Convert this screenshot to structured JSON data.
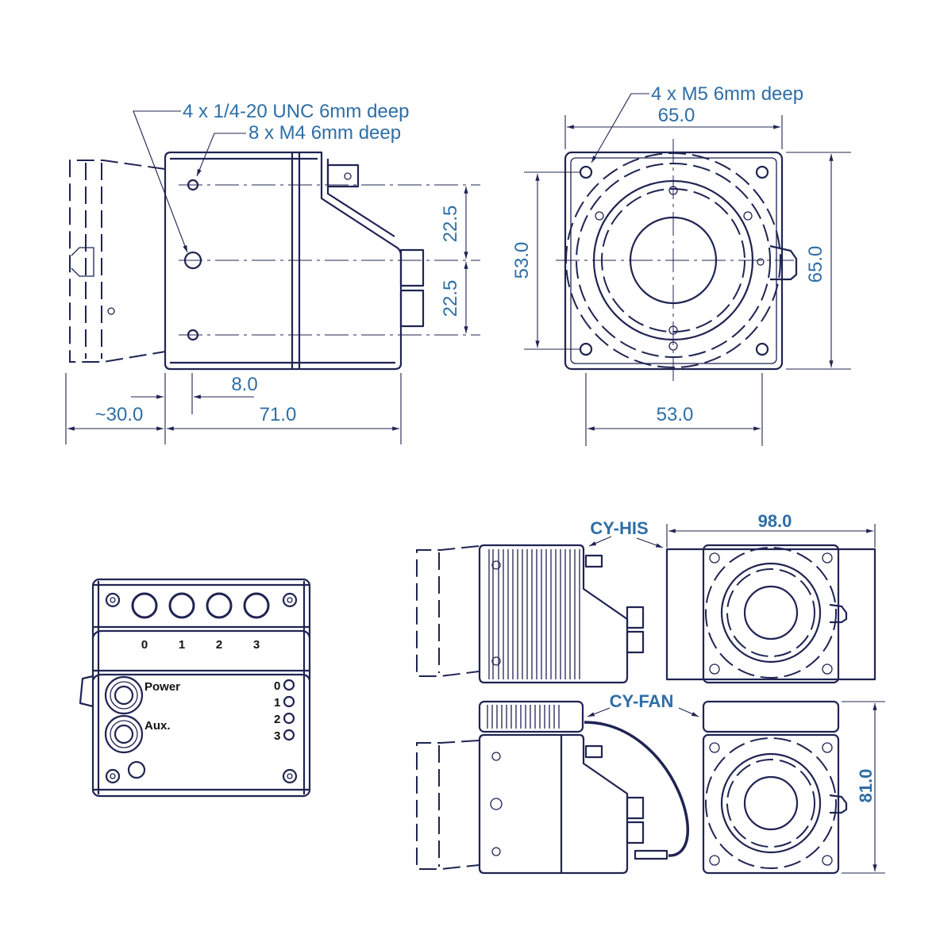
{
  "colors": {
    "line": "#1f2452",
    "dimension_text": "#2e6ea6"
  },
  "side_view": {
    "thread_note_1": "4 x 1/4-20 UNC  6mm deep",
    "thread_note_2": "8 x M4  6mm deep",
    "dim_upper": "22.5",
    "dim_lower": "22.5",
    "dim_offset": "8.0",
    "dim_body": "71.0",
    "dim_lens": "~30.0"
  },
  "front_view": {
    "thread_note": "4 x M5  6mm deep",
    "dim_top_width": "65.0",
    "dim_left_height": "53.0",
    "dim_right_height": "65.0",
    "dim_bottom_width": "53.0"
  },
  "rear_panel": {
    "port_labels": [
      "0",
      "1",
      "2",
      "3"
    ],
    "power_label": "Power",
    "aux_label": "Aux.",
    "led_labels": [
      "0",
      "1",
      "2",
      "3"
    ]
  },
  "accessories": {
    "his_label": "CY-HIS",
    "his_width": "98.0",
    "fan_label": "CY-FAN",
    "fan_height": "81.0"
  }
}
